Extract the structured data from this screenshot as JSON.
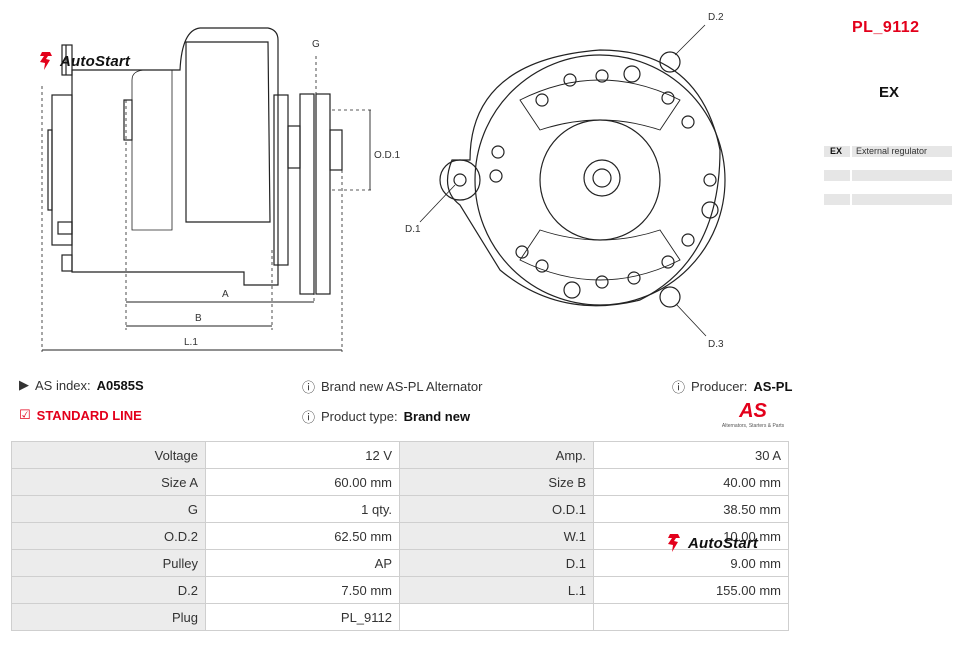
{
  "brand": {
    "name": "AutoStart"
  },
  "part_number": "PL_9112",
  "regulator": {
    "title": "EX",
    "legend": [
      {
        "code": "EX",
        "desc": "External regulator"
      },
      {
        "code": "",
        "desc": ""
      },
      {
        "code": "",
        "desc": ""
      }
    ]
  },
  "diagram_labels": {
    "g": "G",
    "od1": "O.D.1",
    "a": "A",
    "b": "B",
    "l1": "L.1",
    "d1": "D.1",
    "d2": "D.2",
    "d3": "D.3"
  },
  "info": {
    "as_index_label": "AS index:",
    "as_index_value": "A0585S",
    "product_desc": "Brand new AS-PL Alternator",
    "producer_label": "Producer:",
    "producer_value": "AS-PL",
    "line": "STANDARD LINE",
    "product_type_label": "Product type:",
    "product_type_value": "Brand new"
  },
  "as_logo": {
    "mark": "AS",
    "sub": "Alternators, Starters & Parts"
  },
  "specs": [
    [
      "Voltage",
      "12 V",
      "Amp.",
      "30 A"
    ],
    [
      "Size A",
      "60.00 mm",
      "Size B",
      "40.00 mm"
    ],
    [
      "G",
      "1 qty.",
      "O.D.1",
      "38.50 mm"
    ],
    [
      "O.D.2",
      "62.50 mm",
      "W.1",
      "10.00 mm"
    ],
    [
      "Pulley",
      "AP",
      "D.1",
      "9.00 mm"
    ],
    [
      "D.2",
      "7.50 mm",
      "L.1",
      "155.00 mm"
    ],
    [
      "Plug",
      "PL_9112",
      "",
      ""
    ]
  ],
  "colors": {
    "accent": "#e3001b",
    "label_bg": "#ececec",
    "border": "#cfcfcf"
  }
}
